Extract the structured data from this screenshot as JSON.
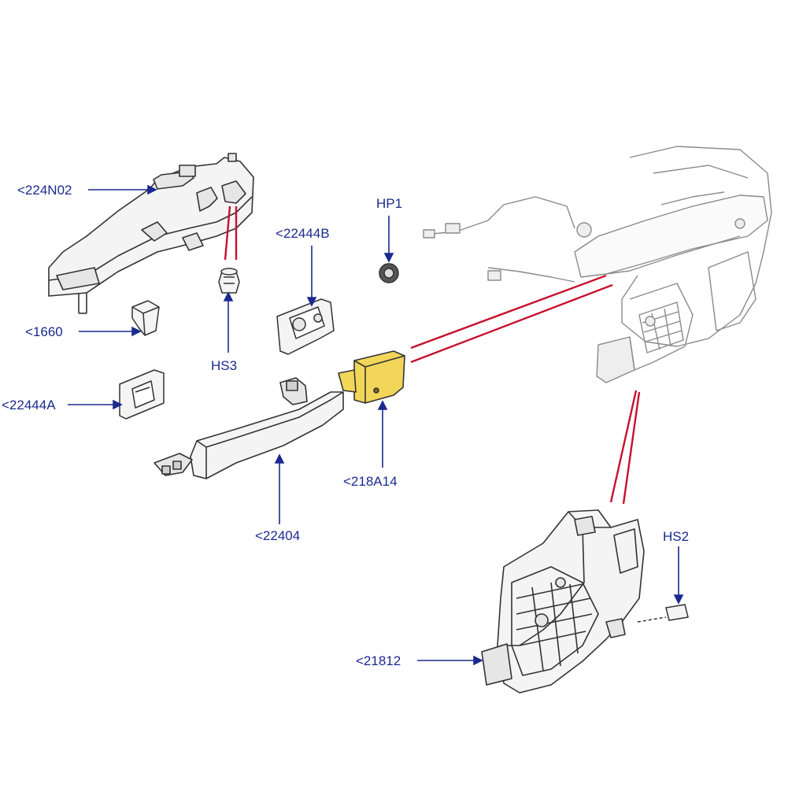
{
  "labels": {
    "p224N02": "<224N02",
    "p1660": "<1660",
    "p22444A": "<22444A",
    "p22444B": "<22444B",
    "hs3": "HS3",
    "hp1": "HP1",
    "p22404": "<22404",
    "p218A14": "<218A14",
    "hs2": "HS2",
    "p21812": "<21812"
  },
  "colors": {
    "label_text": "#1b2a8f",
    "leader_line": "#1b2a8f",
    "callout_line": "#c8102e",
    "part_outline": "#333333",
    "part_fill": "#f4f4f4",
    "highlight_fill": "#f2d65a"
  },
  "highlighted_part": "<218A14"
}
